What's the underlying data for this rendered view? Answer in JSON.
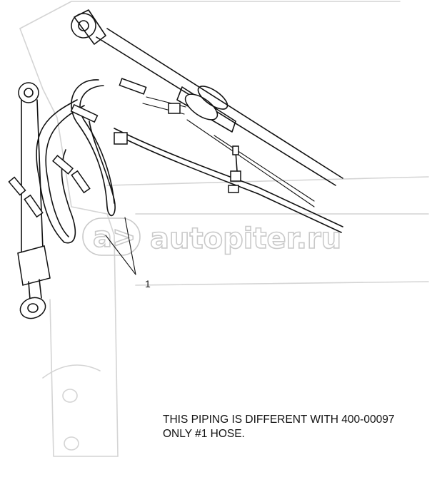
{
  "watermark": {
    "text": "autopiter.ru",
    "logo_symbol": "a>"
  },
  "callouts": [
    {
      "label": "1"
    }
  ],
  "note": {
    "lines": [
      "THIS PIPING IS DIFFERENT WITH 400-00097",
      "ONLY #1 HOSE."
    ]
  }
}
